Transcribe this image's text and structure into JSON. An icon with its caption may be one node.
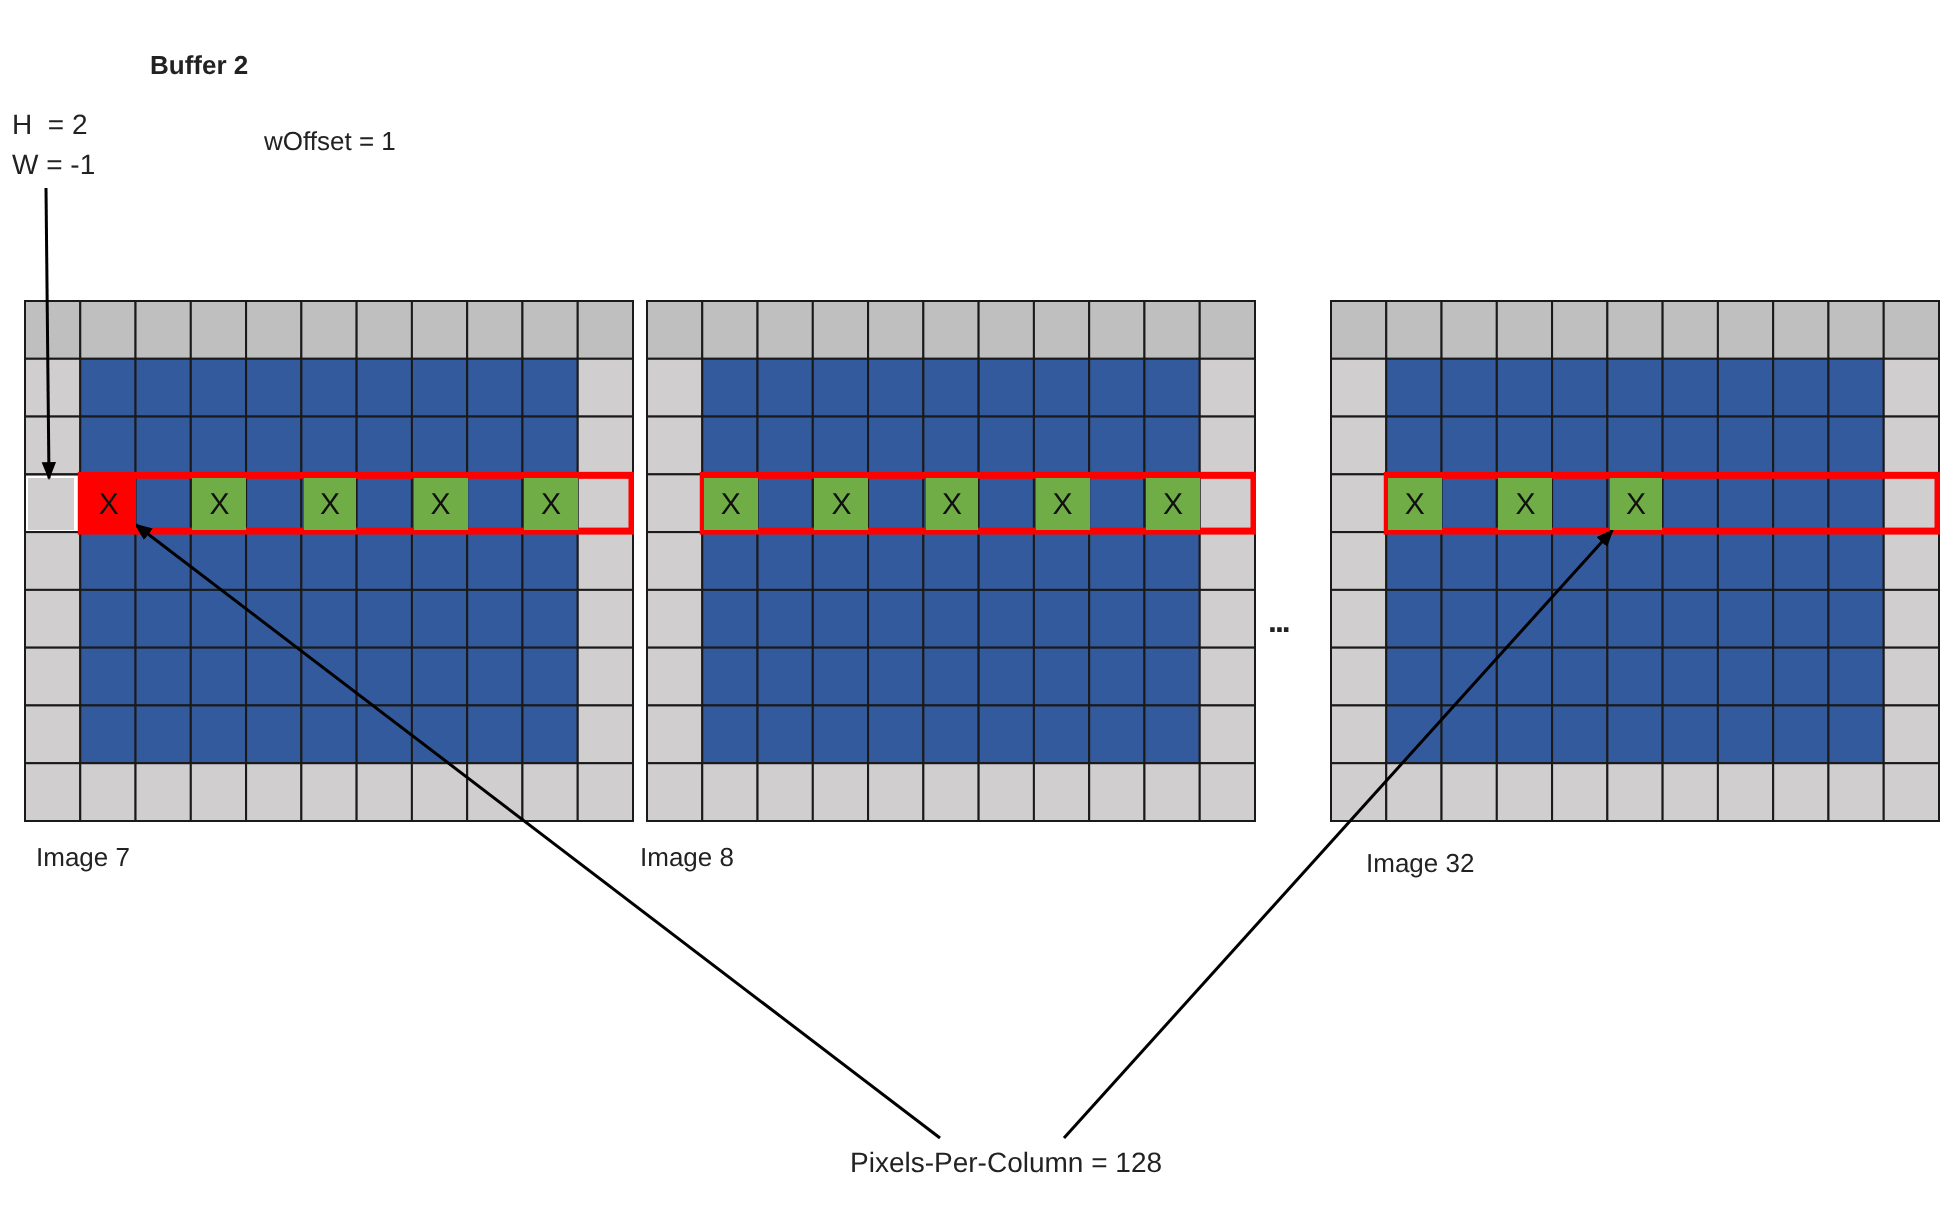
{
  "diagram": {
    "title": "Buffer 2",
    "nodes": [
      {
        "text": [
          "H  = 2",
          "W = -1"
        ]
      },
      {
        "text": [],
        "shape": "box",
        "beside": [
          "Image 7"
        ]
      },
      {
        "text": [],
        "shape": "box",
        "in": 1
      },
      {
        "text": [
          "X"
        ],
        "in": 1
      },
      {
        "text": [
          "X"
        ],
        "in": 1
      },
      {
        "text": [
          "X"
        ],
        "in": 1
      },
      {
        "text": [
          "X"
        ],
        "in": 1
      },
      {
        "text": [
          "X"
        ],
        "in": 1
      },
      {
        "text": [],
        "shape": "box",
        "beside": [
          "Image 8"
        ]
      },
      {
        "text": [
          "X"
        ],
        "in": 8
      },
      {
        "text": [
          "X"
        ],
        "in": 8
      },
      {
        "text": [
          "X"
        ],
        "in": 8
      },
      {
        "text": [
          "X"
        ],
        "in": 8
      },
      {
        "text": [
          "X"
        ],
        "in": 8
      },
      {
        "text": [],
        "shape": "box",
        "beside": [
          "Image 32"
        ]
      },
      {
        "text": [
          "X"
        ],
        "in": 14
      },
      {
        "text": [
          "X"
        ],
        "in": 14
      },
      {
        "text": [
          "X"
        ],
        "in": 14
      },
      {
        "text": [
          "Pixels-Per-Column = 128"
        ]
      }
    ],
    "edges": [
      {
        "from": 0,
        "to": 2,
        "arrow": "to"
      },
      {
        "from": 18,
        "to": 3,
        "arrow": "to"
      },
      {
        "from": 18,
        "to": 17,
        "arrow": "to"
      }
    ],
    "labels": [
      "wOffset = 1",
      "..."
    ]
  }
}
